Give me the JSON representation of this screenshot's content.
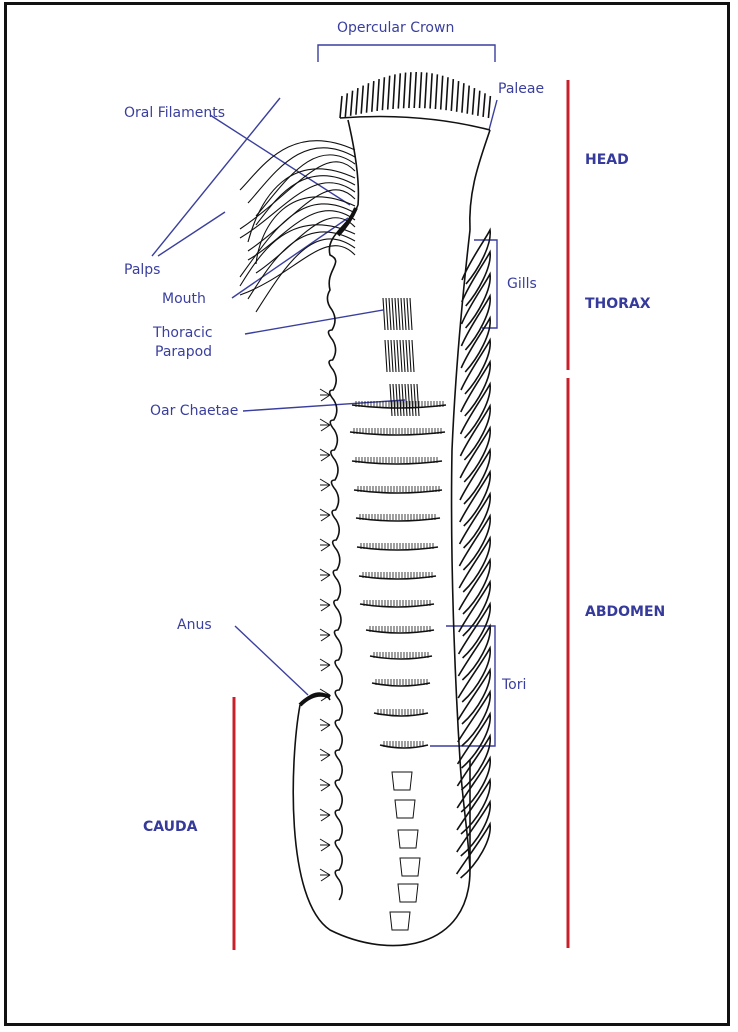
{
  "colors": {
    "label": "#3a3f9e",
    "leader": "#3a3f9e",
    "region_bar": "#c8202a",
    "outline": "#111111"
  },
  "labels": {
    "opercular_crown": "Opercular Crown",
    "paleae": "Paleae",
    "oral_filaments": "Oral Filaments",
    "palps": "Palps",
    "mouth": "Mouth",
    "thoracic_parapod_line1": "Thoracic",
    "thoracic_parapod_line2": "Parapod",
    "oar_chaetae": "Oar Chaetae",
    "gills": "Gills",
    "anus": "Anus",
    "tori": "Tori"
  },
  "regions": {
    "head": "HEAD",
    "thorax": "THORAX",
    "abdomen": "ABDOMEN",
    "cauda": "CAUDA"
  }
}
